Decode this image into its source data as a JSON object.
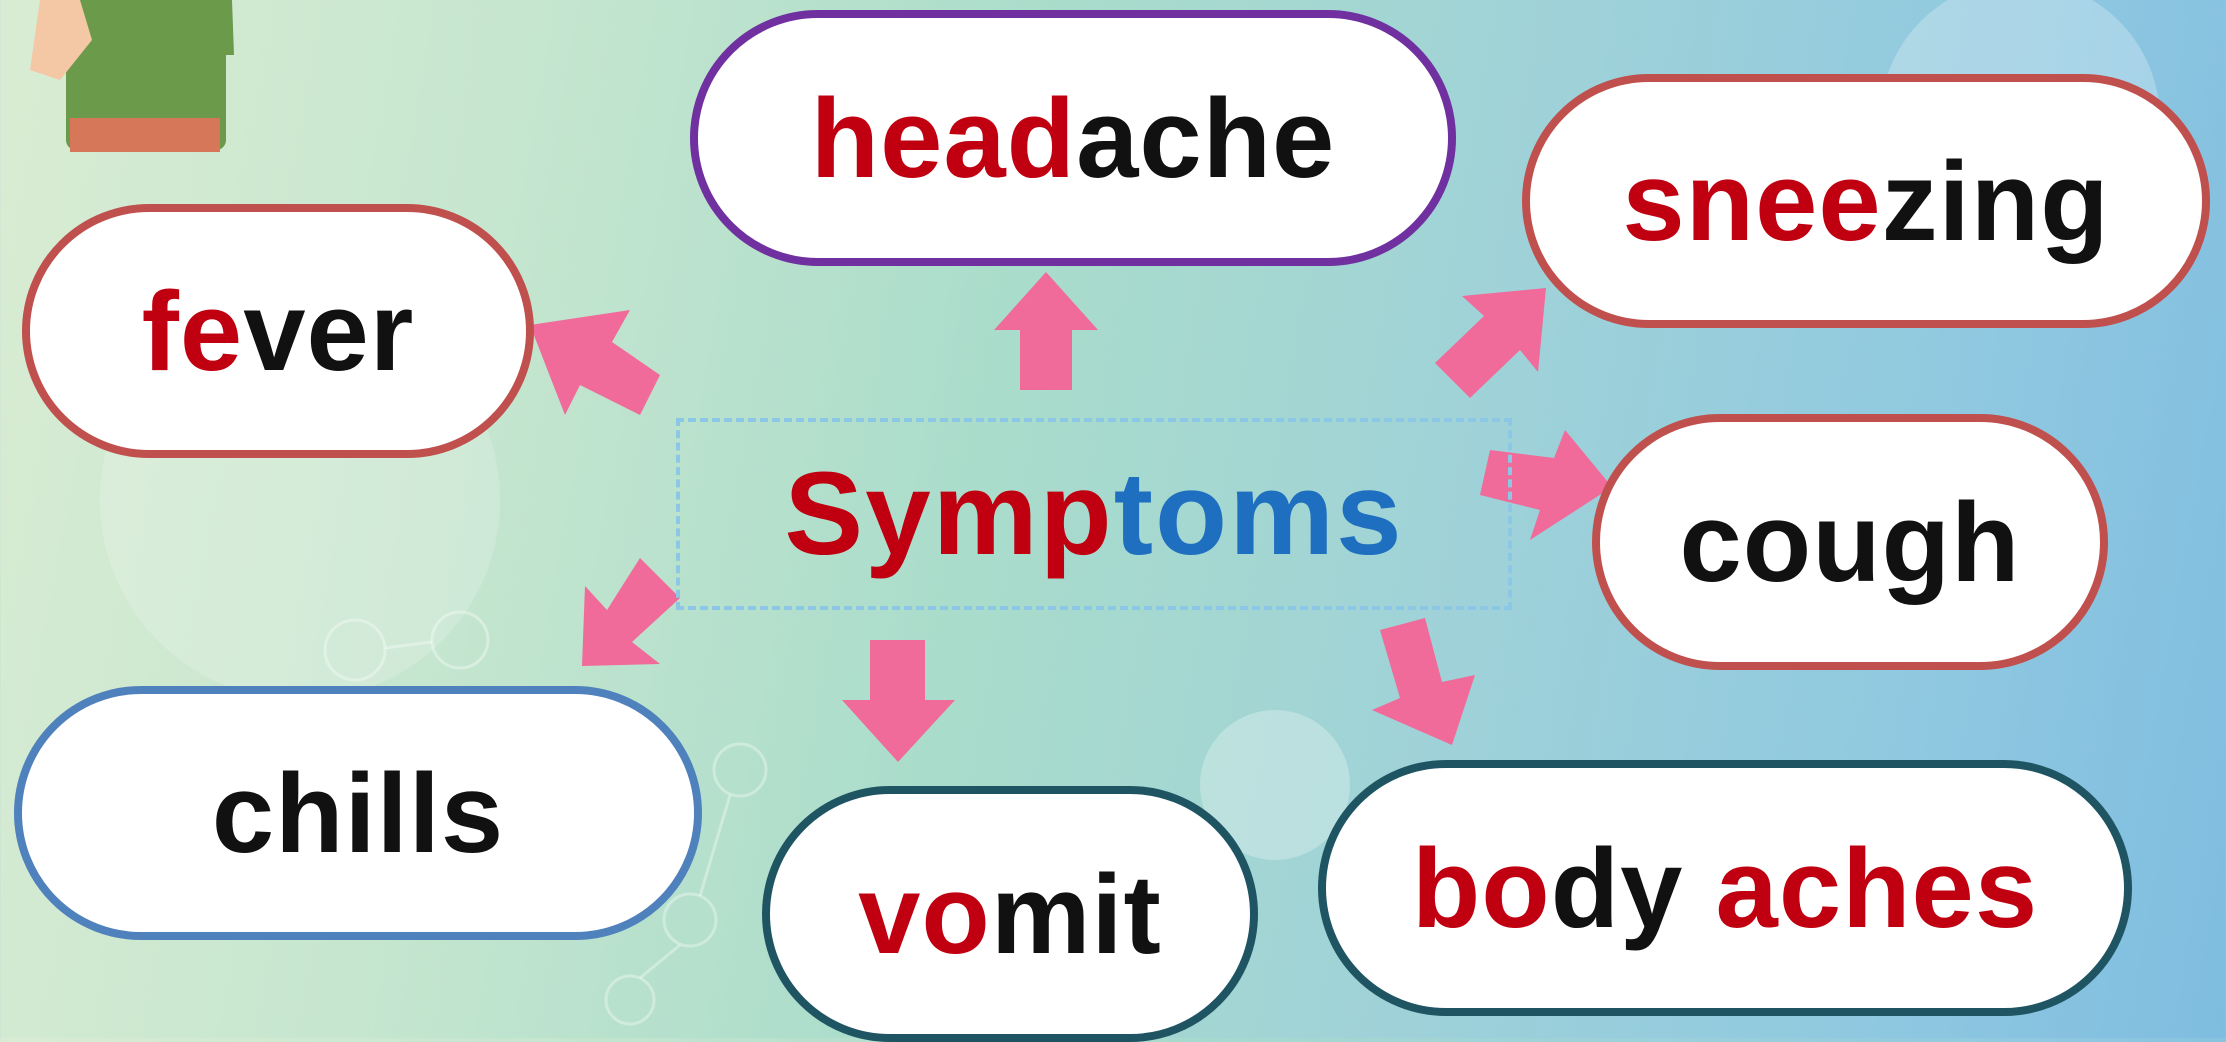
{
  "diagram": {
    "center": {
      "parts": [
        "Symp",
        "toms"
      ]
    },
    "nodes": {
      "headache": {
        "parts": [
          "head",
          "ache"
        ]
      },
      "fever": {
        "parts": [
          "fe",
          "ver"
        ]
      },
      "sneezing": {
        "parts": [
          "snee",
          "zing"
        ]
      },
      "cough": {
        "parts": [
          "cough"
        ]
      },
      "chills": {
        "parts": [
          "chills"
        ]
      },
      "vomit": {
        "parts": [
          "vo",
          "mit"
        ]
      },
      "body_aches": {
        "parts": [
          "bo",
          "dy ",
          "aches"
        ]
      }
    },
    "colors": {
      "highlight": "#c00010",
      "base_text": "#111111",
      "center_blue": "#1f6fc1",
      "arrow": "#f06a9a",
      "border_red": "#c0504d",
      "border_purple": "#7030a0",
      "border_blue": "#4f81bd",
      "border_teal": "#1f5563"
    }
  }
}
